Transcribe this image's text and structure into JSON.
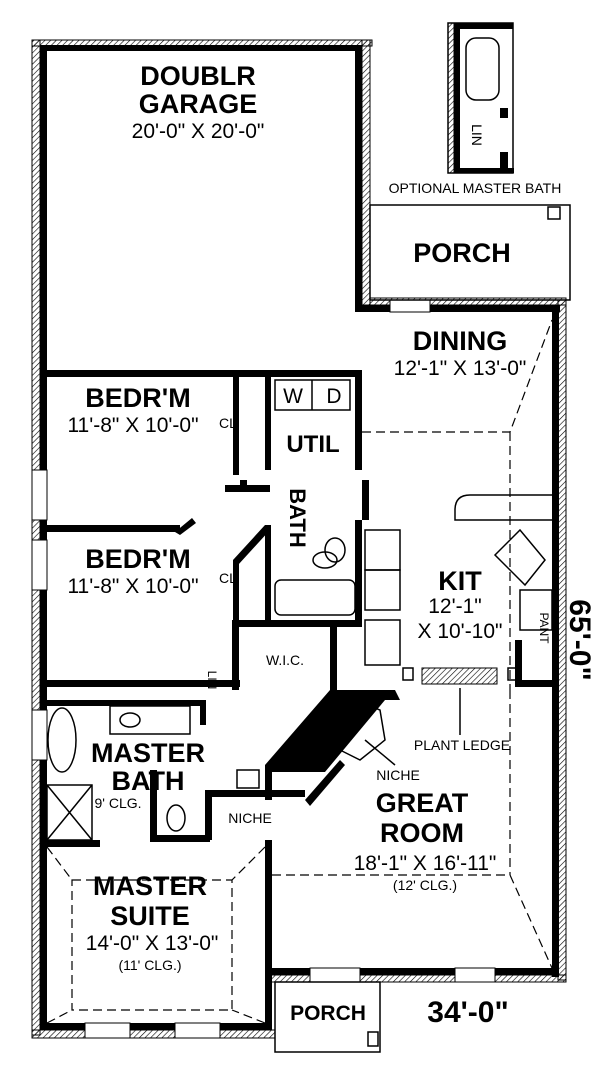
{
  "rooms": {
    "garage": {
      "name_line1": "DOUBLR",
      "name_line2": "GARAGE",
      "size": "20'-0\" X 20'-0\""
    },
    "porch_rear": {
      "name": "PORCH"
    },
    "optional_bath": {
      "label": "OPTIONAL MASTER BATH",
      "lin": "LIN"
    },
    "dining": {
      "name": "DINING",
      "size": "12'-1\" X 13'-0\""
    },
    "bedroom1": {
      "name": "BEDR'M",
      "size": "11'-8\" X 10'-0\"",
      "closet": "CL"
    },
    "util": {
      "name": "UTIL",
      "washer": "W",
      "dryer": "D"
    },
    "bedroom2": {
      "name": "BEDR'M",
      "size": "11'-8\" X 10'-0\"",
      "closet": "CL"
    },
    "bath": {
      "name": "BATH"
    },
    "kitchen": {
      "name": "KIT",
      "size_line1": "12'-1\"",
      "size_line2": "X 10'-10\"",
      "pantry": "PANT"
    },
    "wic": {
      "name": "W.I.C."
    },
    "master_bath": {
      "name_line1": "MASTER",
      "name_line2": "BATH",
      "ceiling": "9' CLG.",
      "lin": "LIN"
    },
    "great_room": {
      "name_line1": "GREAT",
      "name_line2": "ROOM",
      "size": "18'-1\" X 16'-11\"",
      "ceiling": "(12' CLG.)",
      "niche": "NICHE",
      "plant_ledge": "PLANT LEDGE"
    },
    "hall": {
      "niche": "NICHE"
    },
    "master_suite": {
      "name_line1": "MASTER",
      "name_line2": "SUITE",
      "size": "14'-0\" X 13'-0\"",
      "ceiling": "(11' CLG.)"
    },
    "porch_front": {
      "name": "PORCH"
    }
  },
  "dimensions": {
    "depth": "65'-0\"",
    "width": "34'-0\""
  }
}
